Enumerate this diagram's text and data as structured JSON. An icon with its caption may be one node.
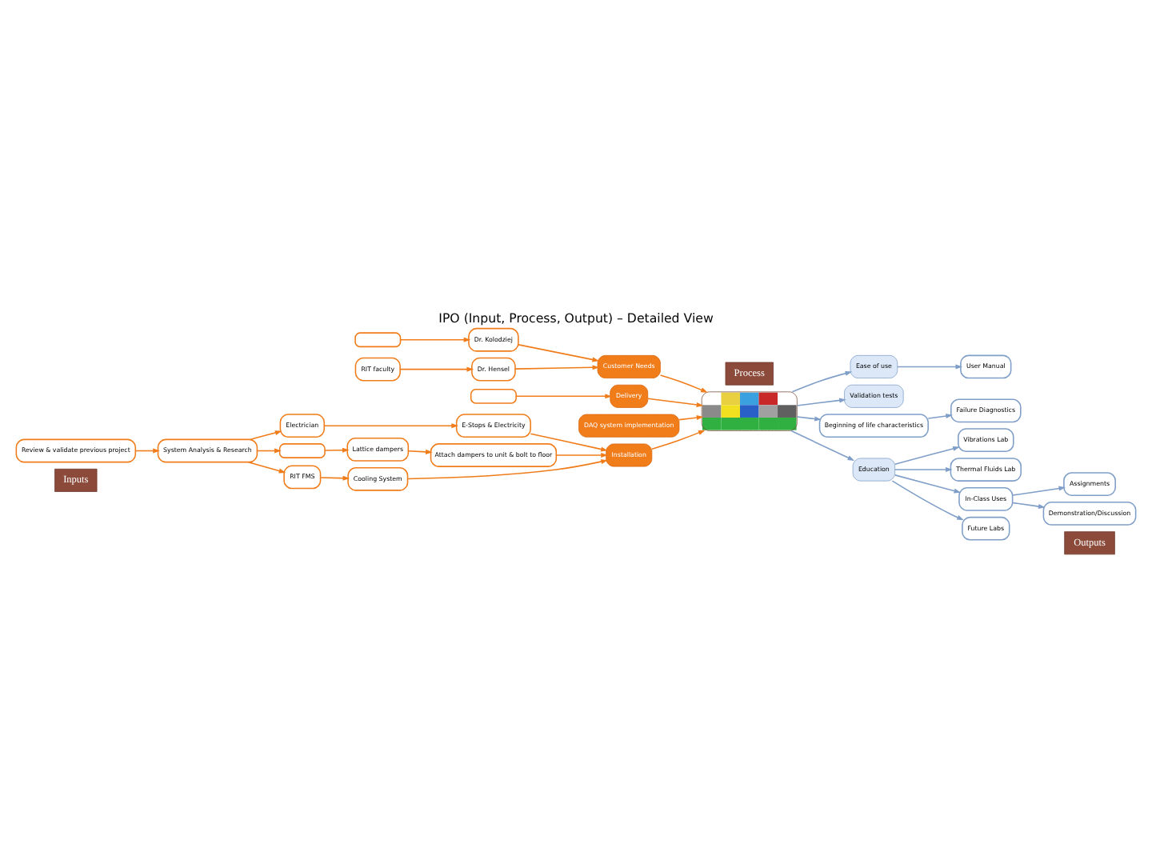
{
  "diagram": {
    "title": "IPO (Input, Process, Output) – Detailed View",
    "nodes": [
      {
        "text": [
          "Inputs"
        ]
      },
      {
        "text": [
          "Outputs"
        ]
      },
      {
        "text": [
          "Process"
        ]
      },
      {
        "text": [
          "Customer Needs"
        ]
      },
      {
        "text": [
          "Dr. Kolodziej"
        ]
      },
      {
        "text": [],
        "shape": "box"
      },
      {
        "text": [
          "Dr. Hensel"
        ]
      },
      {
        "text": [
          "RIT faculty"
        ]
      },
      {
        "text": [],
        "shape": "box"
      },
      {
        "text": [
          "Delivery"
        ]
      },
      {
        "text": [
          "DAQ system implementation"
        ]
      },
      {
        "text": [
          "Installation"
        ]
      },
      {
        "text": [
          "E-Stops & Electricity"
        ]
      },
      {
        "text": [
          "Attach dampers to unit & bolt to floor"
        ]
      },
      {
        "text": [
          "Lattice dampers"
        ]
      },
      {
        "text": [
          "Cooling System"
        ]
      },
      {
        "text": [
          "Electrician"
        ]
      },
      {
        "text": [],
        "shape": "box"
      },
      {
        "text": [
          "RIT FMS"
        ]
      },
      {
        "text": [
          "System Analysis & Research"
        ]
      },
      {
        "text": [
          "Review & validate previous project"
        ]
      },
      {
        "text": [],
        "shape": "picture"
      },
      {
        "text": [
          "Ease of use"
        ]
      },
      {
        "text": [
          "User Manual"
        ]
      },
      {
        "text": [
          "Validation tests"
        ]
      },
      {
        "text": [
          "Beginning of life characteristics"
        ]
      },
      {
        "text": [
          "Failure Diagnostics"
        ]
      },
      {
        "text": [
          "Vibrations Lab"
        ]
      },
      {
        "text": [
          "Education"
        ]
      },
      {
        "text": [
          "Thermal Fluids Lab"
        ]
      },
      {
        "text": [
          "In-Class Uses"
        ]
      },
      {
        "text": [
          "Future Labs"
        ]
      },
      {
        "text": [
          "Assignments"
        ]
      },
      {
        "text": [
          "Demonstration/Discussion"
        ]
      }
    ],
    "edges": [
      {
        "from": 4,
        "to": 3,
        "arrow": "to"
      },
      {
        "from": 5,
        "to": 4,
        "arrow": "to"
      },
      {
        "from": 6,
        "to": 3,
        "arrow": "to"
      },
      {
        "from": 7,
        "to": 6,
        "arrow": "to"
      },
      {
        "from": 3,
        "to": 21,
        "arrow": "to"
      },
      {
        "from": 8,
        "to": 9,
        "arrow": "to"
      },
      {
        "from": 9,
        "to": 21,
        "arrow": "to"
      },
      {
        "from": 10,
        "to": 21,
        "arrow": "to"
      },
      {
        "from": 11,
        "to": 21,
        "arrow": "to"
      },
      {
        "from": 12,
        "to": 11,
        "arrow": "to"
      },
      {
        "from": 13,
        "to": 11,
        "arrow": "to"
      },
      {
        "from": 15,
        "to": 11,
        "arrow": "to"
      },
      {
        "from": 16,
        "to": 12,
        "arrow": "to"
      },
      {
        "from": 14,
        "to": 13,
        "arrow": "to"
      },
      {
        "from": 17,
        "to": 14,
        "arrow": "to"
      },
      {
        "from": 18,
        "to": 15,
        "arrow": "to"
      },
      {
        "from": 19,
        "to": 16,
        "arrow": "to"
      },
      {
        "from": 19,
        "to": 17,
        "arrow": "to"
      },
      {
        "from": 19,
        "to": 18,
        "arrow": "to"
      },
      {
        "from": 20,
        "to": 19,
        "arrow": "to"
      },
      {
        "from": 21,
        "to": 22,
        "arrow": "to",
        "color": "#7f9ec8"
      },
      {
        "from": 22,
        "to": 23,
        "arrow": "to",
        "color": "#7f9ec8"
      },
      {
        "from": 21,
        "to": 24,
        "arrow": "to",
        "color": "#7f9ec8"
      },
      {
        "from": 21,
        "to": 25,
        "arrow": "to",
        "color": "#7f9ec8"
      },
      {
        "from": 25,
        "to": 26,
        "arrow": "to",
        "color": "#7f9ec8"
      },
      {
        "from": 21,
        "to": 28,
        "arrow": "to",
        "color": "#7f9ec8"
      },
      {
        "from": 28,
        "to": 27,
        "arrow": "to",
        "color": "#7f9ec8"
      },
      {
        "from": 28,
        "to": 29,
        "arrow": "to",
        "color": "#7f9ec8"
      },
      {
        "from": 28,
        "to": 31,
        "arrow": "to",
        "color": "#7f9ec8"
      },
      {
        "from": 28,
        "to": 30,
        "arrow": "to",
        "color": "#7f9ec8"
      },
      {
        "from": 30,
        "to": 32,
        "arrow": "to",
        "color": "#7f9ec8"
      },
      {
        "from": 30,
        "to": 33,
        "arrow": "to",
        "color": "#7f9ec8"
      }
    ]
  }
}
